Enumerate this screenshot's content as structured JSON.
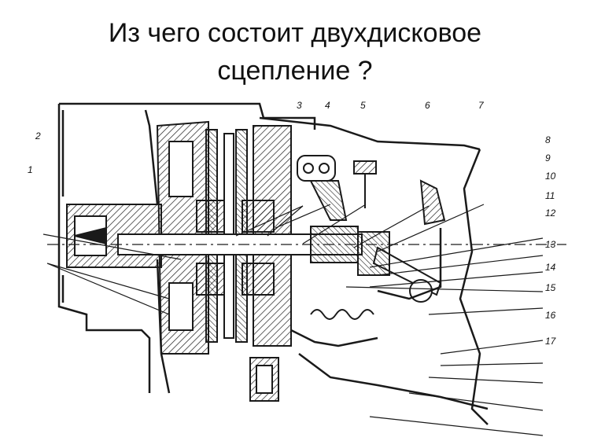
{
  "title": {
    "line1": "Из чего состоит двухдисковое",
    "line2": "сцепление ?"
  },
  "diagram": {
    "labels": [
      "1",
      "2",
      "3",
      "4",
      "5",
      "6",
      "7",
      "8",
      "9",
      "10",
      "11",
      "12",
      "13",
      "14",
      "15",
      "16",
      "17"
    ],
    "colors": {
      "ink": "#1a1a1a",
      "paper": "#ffffff"
    }
  }
}
